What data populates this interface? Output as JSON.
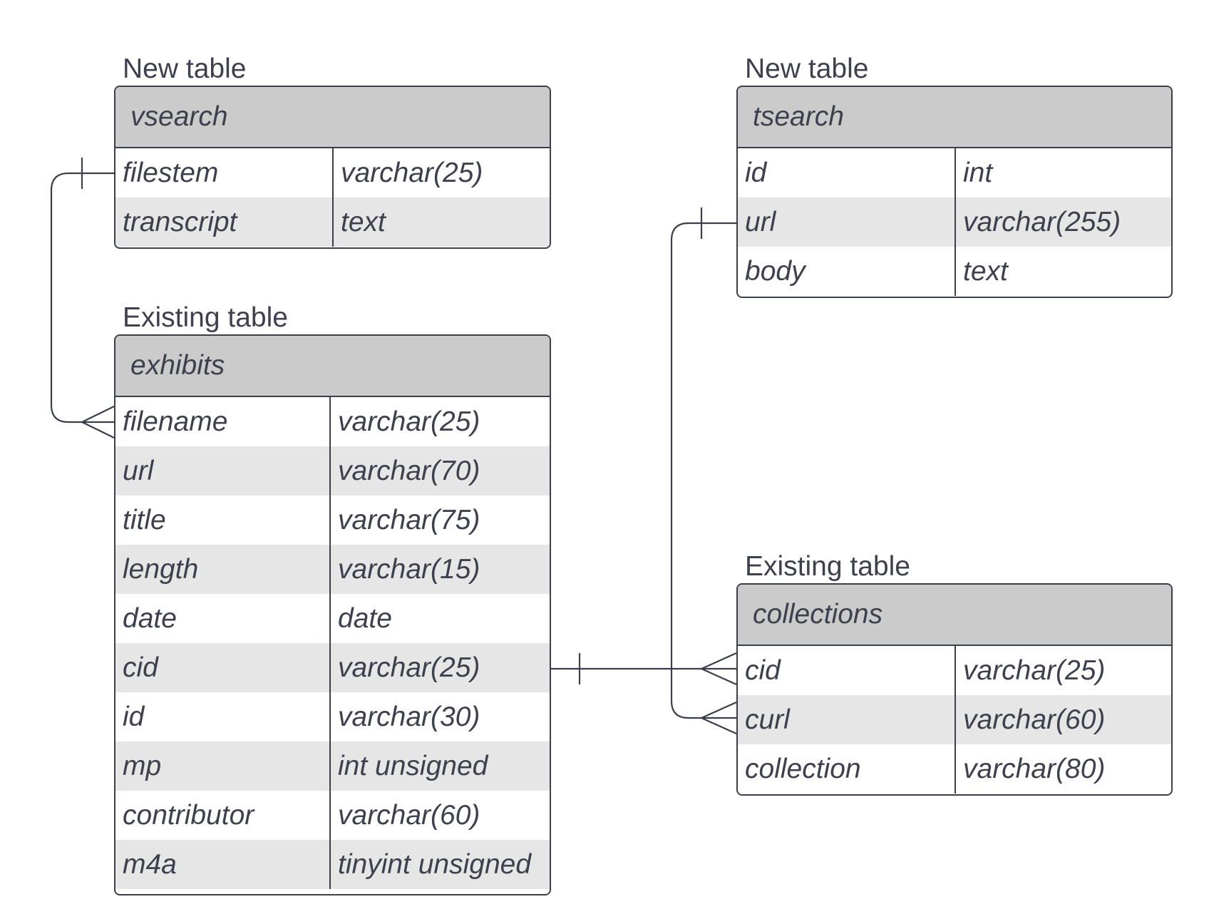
{
  "tables": {
    "vsearch": {
      "caption": "New table",
      "name": "vsearch",
      "rows": [
        {
          "field": "filestem",
          "type": "varchar(25)"
        },
        {
          "field": "transcript",
          "type": "text"
        }
      ]
    },
    "tsearch": {
      "caption": "New table",
      "name": "tsearch",
      "rows": [
        {
          "field": "id",
          "type": "int"
        },
        {
          "field": "url",
          "type": "varchar(255)"
        },
        {
          "field": "body",
          "type": "text"
        }
      ]
    },
    "exhibits": {
      "caption": "Existing table",
      "name": "exhibits",
      "rows": [
        {
          "field": "filename",
          "type": "varchar(25)"
        },
        {
          "field": "url",
          "type": "varchar(70)"
        },
        {
          "field": "title",
          "type": "varchar(75)"
        },
        {
          "field": "length",
          "type": "varchar(15)"
        },
        {
          "field": "date",
          "type": "date"
        },
        {
          "field": "cid",
          "type": "varchar(25)"
        },
        {
          "field": "id",
          "type": "varchar(30)"
        },
        {
          "field": "mp",
          "type": "int unsigned"
        },
        {
          "field": "contributor",
          "type": "varchar(60)"
        },
        {
          "field": "m4a",
          "type": "tinyint unsigned"
        }
      ]
    },
    "collections": {
      "caption": "Existing table",
      "name": "collections",
      "rows": [
        {
          "field": "cid",
          "type": "varchar(25)"
        },
        {
          "field": "curl",
          "type": "varchar(60)"
        },
        {
          "field": "collection",
          "type": "varchar(80)"
        }
      ]
    }
  },
  "relationships": [
    {
      "from": "vsearch.filestem",
      "from_cardinality": "one",
      "to": "exhibits.filename",
      "to_cardinality": "many"
    },
    {
      "from": "tsearch.url",
      "from_cardinality": "one",
      "to": "collections.curl",
      "to_cardinality": "many"
    },
    {
      "from": "exhibits.cid",
      "from_cardinality": "one",
      "to": "collections.cid",
      "to_cardinality": "many"
    }
  ]
}
